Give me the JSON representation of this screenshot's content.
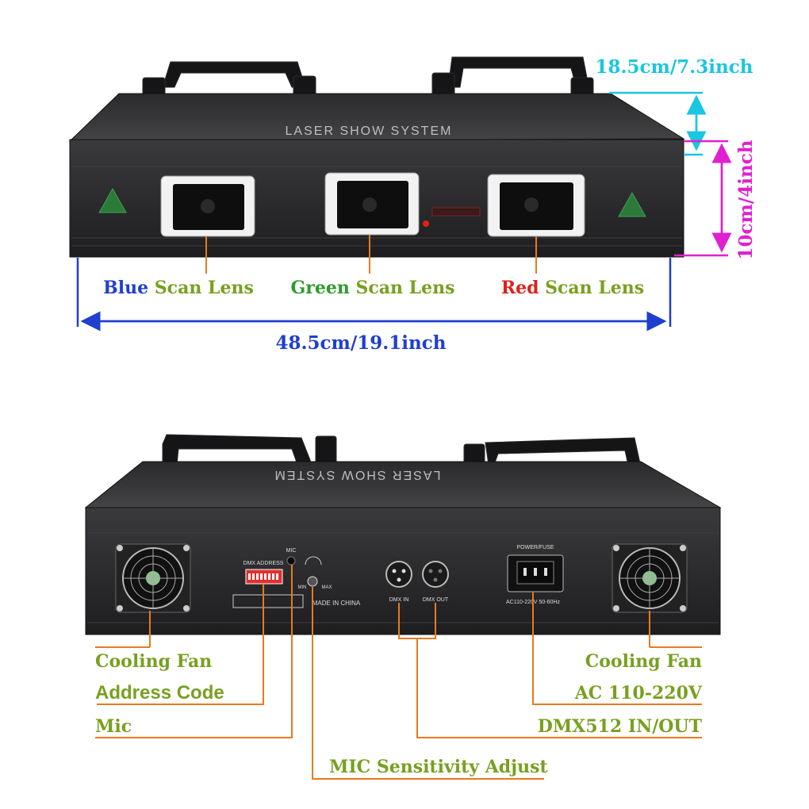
{
  "front": {
    "panel_title": "LASER SHOW SYSTEM",
    "dim_top": "18.5cm/7.3inch",
    "dim_side": "10cm/4inch",
    "dim_width": "48.5cm/19.1inch",
    "lenses": [
      {
        "color_word": "Blue",
        "rest": " Scan Lens",
        "color": "#1f3fcf"
      },
      {
        "color_word": "Green",
        "rest": " Scan Lens",
        "color": "#2f9a2f"
      },
      {
        "color_word": "Red",
        "rest": " Scan Lens",
        "color": "#e0201a"
      }
    ]
  },
  "back": {
    "panel_title_mirrored": "LASER SHOW SYSTEM",
    "dmx_address_label": "DMX ADDRESS",
    "mic_label": "MIC",
    "min_label": "MIN",
    "max_label": "MAX",
    "made_in": "MADE IN CHINA",
    "dmx_in": "DMX IN",
    "dmx_out": "DMX OUT",
    "power_label": "POWER/FUSE",
    "ac_rating": "AC110-220V 50-60Hz",
    "callouts": {
      "cooling_fan_left": "Cooling Fan",
      "address_code": "Address Code",
      "mic": "Mic",
      "mic_sensitivity": "MIC Sensitivity Adjust",
      "cooling_fan_right": "Cooling Fan",
      "ac": "AC 110-220V",
      "dmx512": "DMX512 IN/OUT"
    }
  },
  "colors": {
    "label_green": "#78a020",
    "leader_orange": "#e87a1e",
    "dim_blue": "#1f3fcf",
    "dim_cyan": "#1ac6e0",
    "dim_magenta": "#e020d0",
    "device_dark": "#2b2b2d"
  }
}
